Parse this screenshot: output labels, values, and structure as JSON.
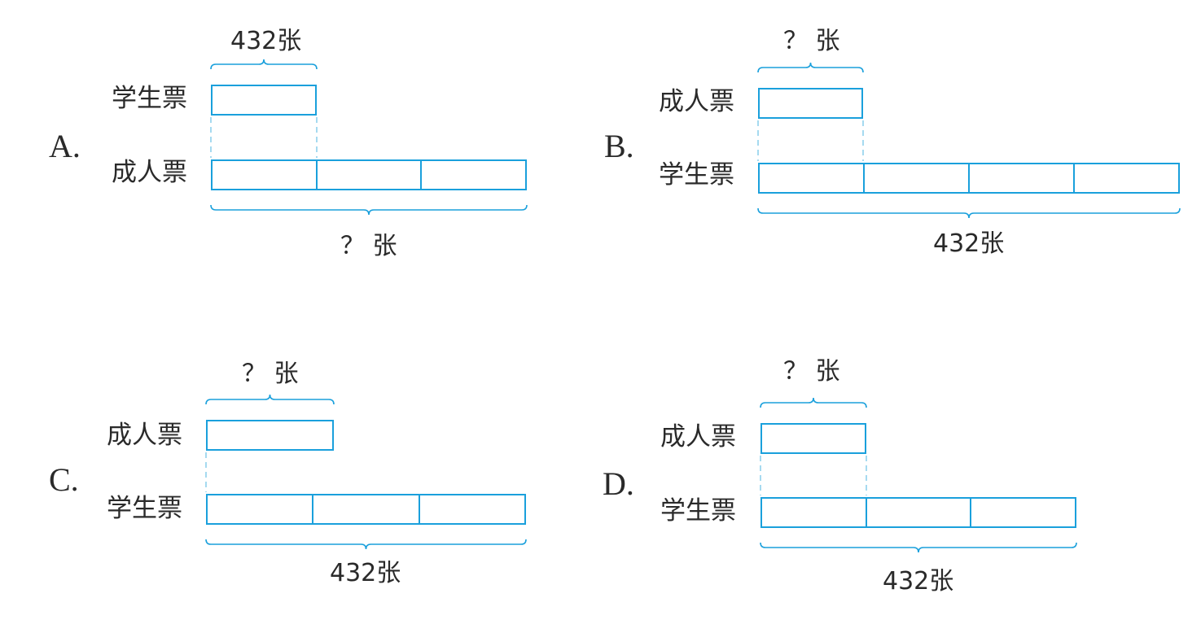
{
  "options": [
    {
      "letter": "A.",
      "top_label": "学生票",
      "bottom_label": "成人票",
      "top_brace_text": "432张",
      "bottom_brace_text": "？ 张",
      "top_units": 1,
      "bottom_units": 3
    },
    {
      "letter": "B.",
      "top_label": "成人票",
      "bottom_label": "学生票",
      "top_brace_text": "？ 张",
      "bottom_brace_text": "432张",
      "top_units": 1,
      "bottom_units": 4
    },
    {
      "letter": "C.",
      "top_label": "成人票",
      "bottom_label": "学生票",
      "top_brace_text": "？ 张",
      "bottom_brace_text": "432张",
      "top_units": 1,
      "bottom_units": 3
    },
    {
      "letter": "D.",
      "top_label": "成人票",
      "bottom_label": "学生票",
      "top_brace_text": "？ 张",
      "bottom_brace_text": "432张",
      "top_units": 1,
      "bottom_units": 3
    }
  ],
  "colors": {
    "line": "#1aa0dc",
    "dash": "#7fcaea",
    "text": "#2a2a2a"
  }
}
